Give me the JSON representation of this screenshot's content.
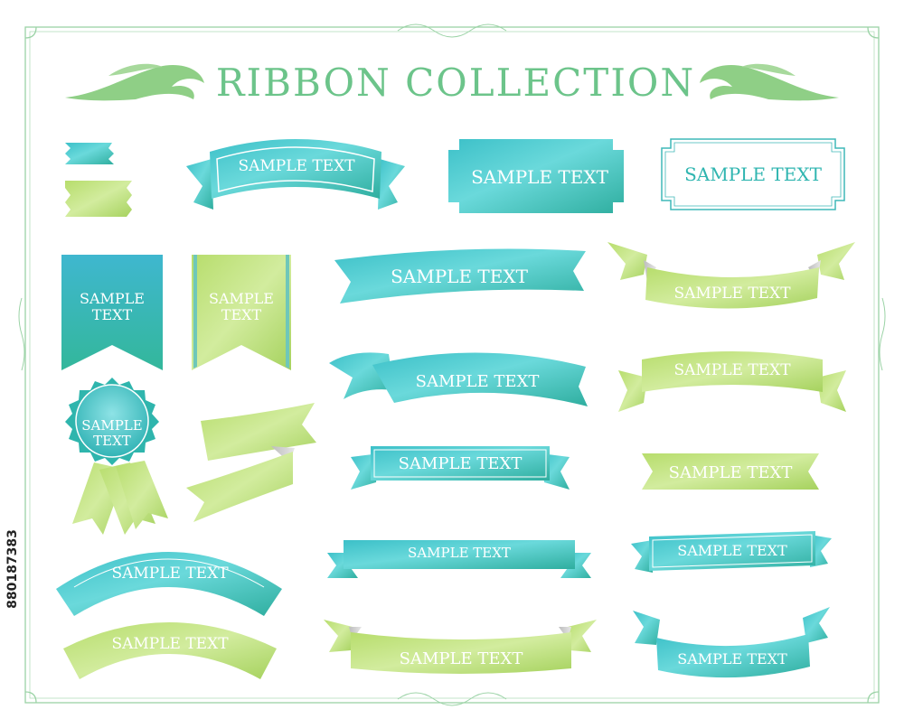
{
  "title": "RIBBON COLLECTION",
  "stock_id": "880187383",
  "colors": {
    "teal_light": "#5fd6d6",
    "teal_dark": "#2fb5ad",
    "lime_light": "#c9e89a",
    "lime_dark": "#9fd05a",
    "frame": "#9bd3a6",
    "title": "#6cc48a"
  },
  "ribbons": {
    "arch_top": "SAMPLE TEXT",
    "plaque_teal": "SAMPLE TEXT",
    "plaque_outline": "SAMPLE TEXT",
    "banner_teal_1": "SAMPLE TEXT",
    "banner_lime_1": "SAMPLE TEXT",
    "flag_teal_line1": "SAMPLE",
    "flag_teal_line2": "TEXT",
    "flag_lime_line1": "SAMPLE",
    "flag_lime_line2": "TEXT",
    "banner_teal_2": "SAMPLE TEXT",
    "banner_lime_2": "SAMPLE TEXT",
    "rosette_line1": "SAMPLE",
    "rosette_line2": "TEXT",
    "banner_teal_3": "SAMPLE TEXT",
    "banner_lime_3": "SAMPLE TEXT",
    "arc_teal": "SAMPLE TEXT",
    "banner_teal_4": "SAMPLE TEXT",
    "banner_teal_5": "SAMPLE TEXT",
    "arc_lime": "SAMPLE TEXT",
    "banner_lime_4": "SAMPLE TEXT",
    "banner_teal_6": "SAMPLE TEXT"
  }
}
